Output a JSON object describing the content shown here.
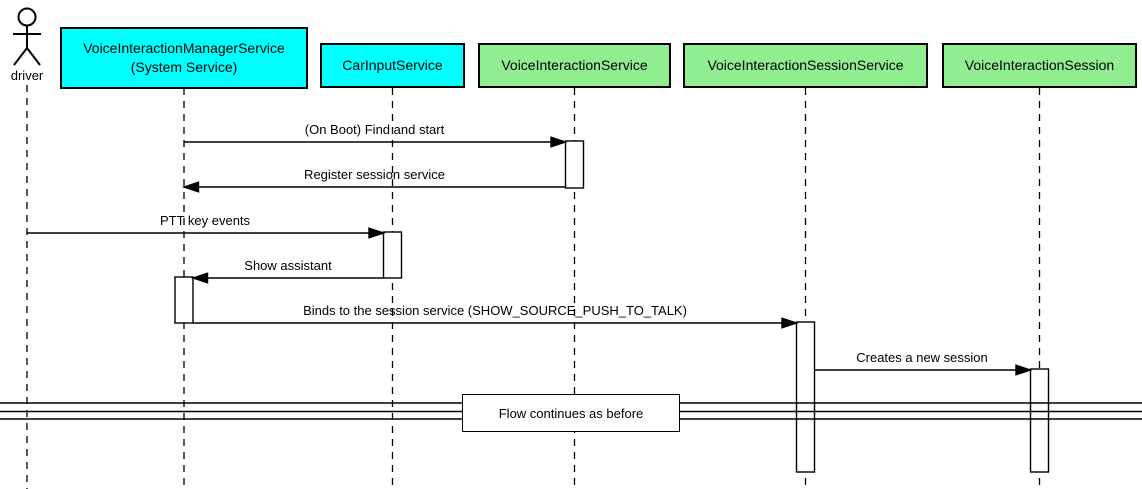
{
  "diagram": {
    "type": "uml-sequence-diagram",
    "divider": {
      "label": "Flow continues as before"
    }
  },
  "participants": {
    "driver": {
      "label": "driver",
      "kind": "actor"
    },
    "vims": {
      "line1": "VoiceInteractionManagerService",
      "line2": "(System Service)",
      "fill": "#00FFFF"
    },
    "car_input": {
      "label": "CarInputService",
      "fill": "#00FFFF"
    },
    "vi_service": {
      "label": "VoiceInteractionService",
      "fill": "#90EE90"
    },
    "vi_session_service": {
      "label": "VoiceInteractionSessionService",
      "fill": "#90EE90"
    },
    "vi_session": {
      "label": "VoiceInteractionSession",
      "fill": "#90EE90"
    }
  },
  "messages": {
    "on_boot": {
      "label": "(On Boot) Find and start",
      "from": "VoiceInteractionManagerService",
      "to": "VoiceInteractionService"
    },
    "register": {
      "label": "Register session service",
      "from": "VoiceInteractionService",
      "to": "VoiceInteractionManagerService"
    },
    "ptt": {
      "label": "PTT key events",
      "from": "driver",
      "to": "CarInputService"
    },
    "show_assistant": {
      "label": "Show assistant",
      "from": "CarInputService",
      "to": "VoiceInteractionManagerService"
    },
    "binds": {
      "label": "Binds to the session service (SHOW_SOURCE_PUSH_TO_TALK)",
      "from": "VoiceInteractionManagerService",
      "to": "VoiceInteractionSessionService"
    },
    "creates": {
      "label": "Creates a new session",
      "from": "VoiceInteractionSessionService",
      "to": "VoiceInteractionSession"
    }
  },
  "colors": {
    "system_service_fill": "#00FFFF",
    "android_service_fill": "#90EE90",
    "line": "#000000",
    "activation_fill": "#FFFFFF",
    "background": "#FFFFFF"
  }
}
